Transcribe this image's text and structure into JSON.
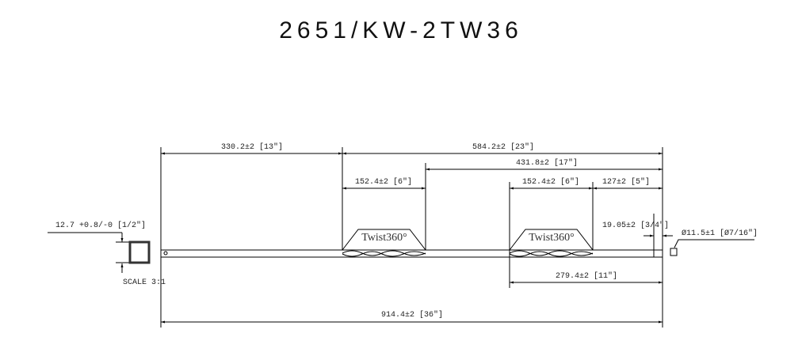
{
  "title": "2651/KW-2TW36",
  "dimensions": {
    "d1": "330.2±2 [13\"]",
    "d2": "584.2±2 [23\"]",
    "d3": "431.8±2 [17\"]",
    "d4": "152.4±2 [6\"]",
    "d5": "152.4±2 [6\"]",
    "d6": "127±2 [5\"]",
    "d7": "279.4±2 [11\"]",
    "d8": "914.4±2 [36\"]",
    "d9": "19.05±2 [3/4\"]",
    "d10": "Ø11.5±1 [Ø7/16\"]",
    "d11": "12.7 +0.8/-0 [1/2\"]"
  },
  "labels": {
    "twist1": "Twist360°",
    "twist2": "Twist360°",
    "scale": "SCALE 3:1"
  }
}
